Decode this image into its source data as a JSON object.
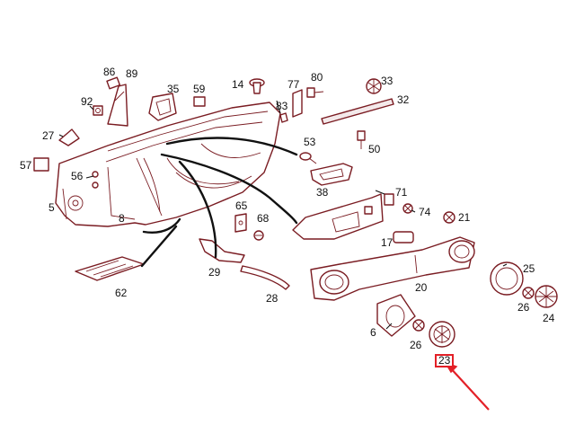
{
  "diagram": {
    "part_numbers": {
      "p86": "86",
      "p89": "89",
      "p92": "92",
      "p35": "35",
      "p59": "59",
      "p14": "14",
      "p77": "77",
      "p80": "80",
      "p33": "33",
      "p32": "32",
      "p83": "83",
      "p27": "27",
      "p57": "57",
      "p56": "56",
      "p5": "5",
      "p8": "8",
      "p53": "53",
      "p50": "50",
      "p38": "38",
      "p71": "71",
      "p74": "74",
      "p21": "21",
      "p65": "65",
      "p68": "68",
      "p17": "17",
      "p29": "29",
      "p62": "62",
      "p28": "28",
      "p20": "20",
      "p25": "25",
      "p26a": "26",
      "p24": "24",
      "p6": "6",
      "p26b": "26",
      "p23": "23"
    },
    "highlighted_part": "23",
    "highlight_color": "#e32027",
    "line_color": "#7a1c22"
  }
}
